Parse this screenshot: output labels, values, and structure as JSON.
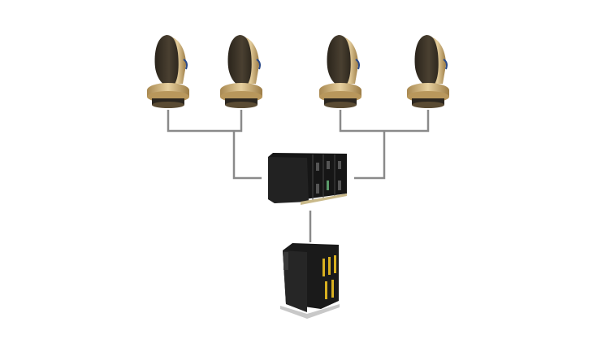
{
  "diagram": {
    "nodes": [
      {
        "id": "antenna-1",
        "kind": "antenna-pedestal"
      },
      {
        "id": "antenna-2",
        "kind": "antenna-pedestal"
      },
      {
        "id": "antenna-3",
        "kind": "antenna-pedestal"
      },
      {
        "id": "antenna-4",
        "kind": "antenna-pedestal"
      },
      {
        "id": "controller-chassis",
        "kind": "rack-chassis"
      },
      {
        "id": "processor-unit",
        "kind": "rack-unit"
      }
    ],
    "edges": [
      [
        "antenna-1",
        "controller-chassis"
      ],
      [
        "antenna-2",
        "controller-chassis"
      ],
      [
        "antenna-3",
        "controller-chassis"
      ],
      [
        "antenna-4",
        "controller-chassis"
      ],
      [
        "controller-chassis",
        "processor-unit"
      ]
    ],
    "colors": {
      "wire": "#8a8a8a",
      "dish": "#3b3327",
      "gold": "#c9a86a",
      "chassis": "#1a1a1a",
      "connector": "#d8b020"
    }
  }
}
